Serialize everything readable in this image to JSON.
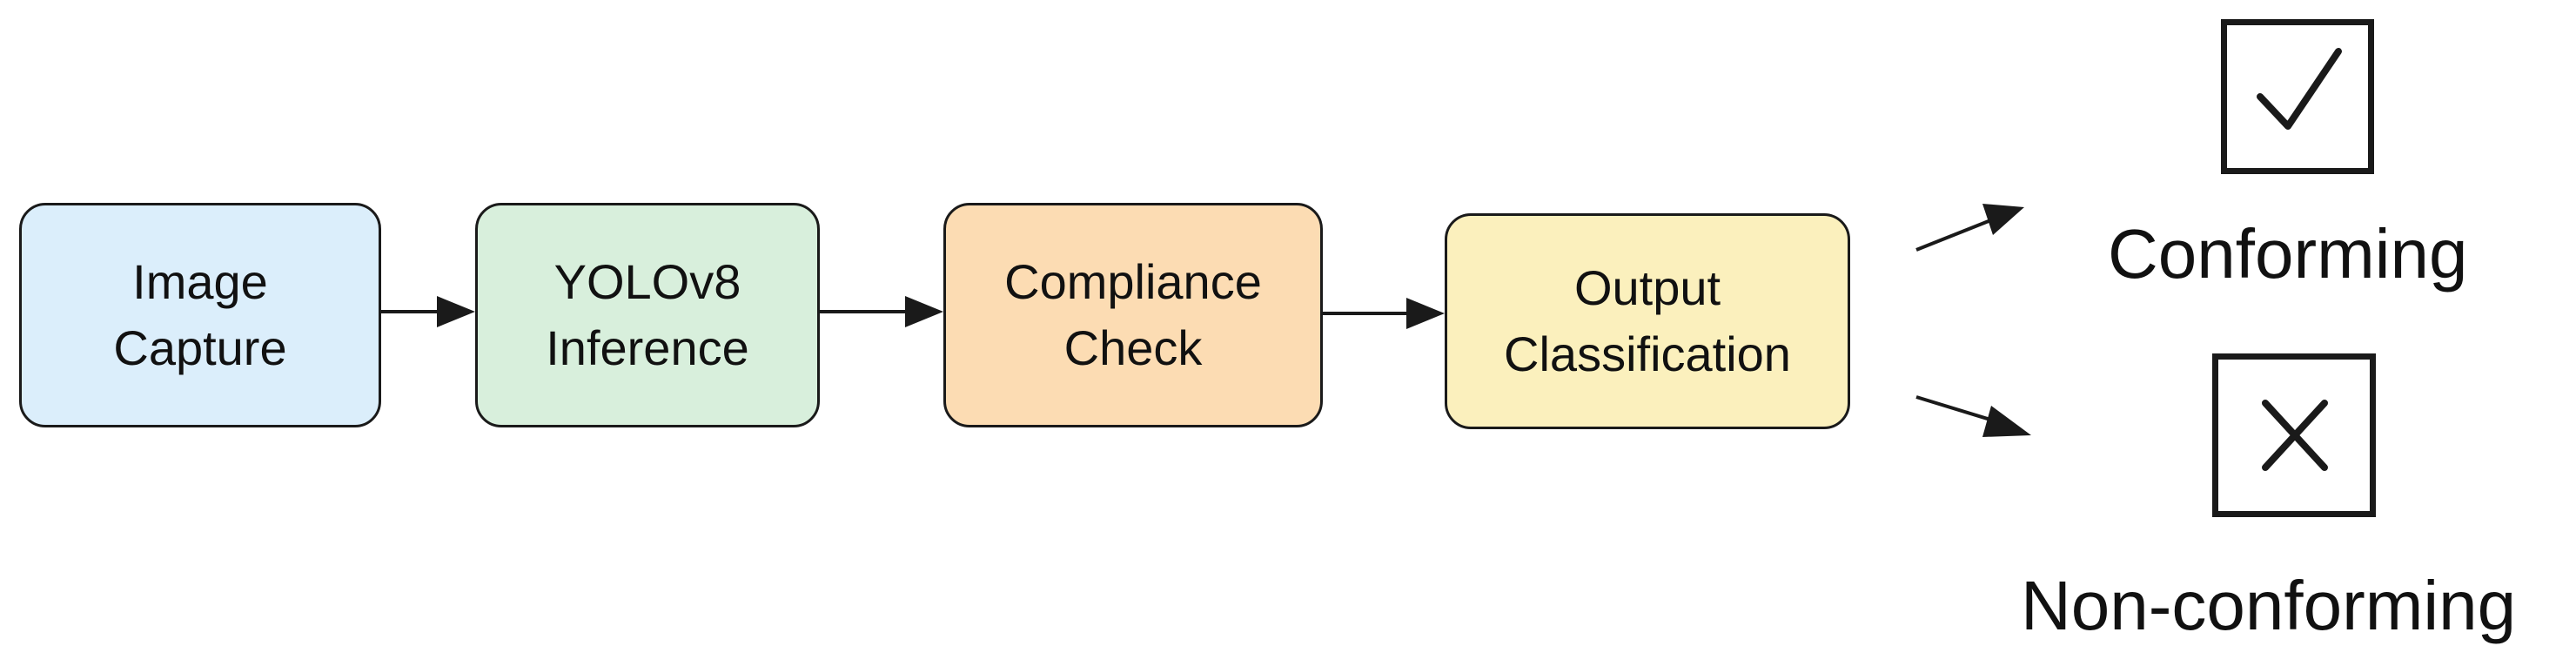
{
  "pipeline": {
    "steps": [
      {
        "lines": [
          "Image",
          "Capture"
        ],
        "fill": "#dbeefb"
      },
      {
        "lines": [
          "YOLOv8",
          "Inference"
        ],
        "fill": "#d8efdc"
      },
      {
        "lines": [
          "Compliance",
          "Check"
        ],
        "fill": "#fcdcb3"
      },
      {
        "lines": [
          "Output",
          "Classification"
        ],
        "fill": "#fbf0bd"
      }
    ]
  },
  "outcomes": {
    "conforming": {
      "label": "Conforming",
      "icon": "checkmark-icon"
    },
    "nonconforming": {
      "label": "Non-conforming",
      "icon": "cross-icon"
    }
  },
  "colors": {
    "stroke": "#1a1a1a",
    "text": "#111111",
    "background": "#ffffff"
  }
}
